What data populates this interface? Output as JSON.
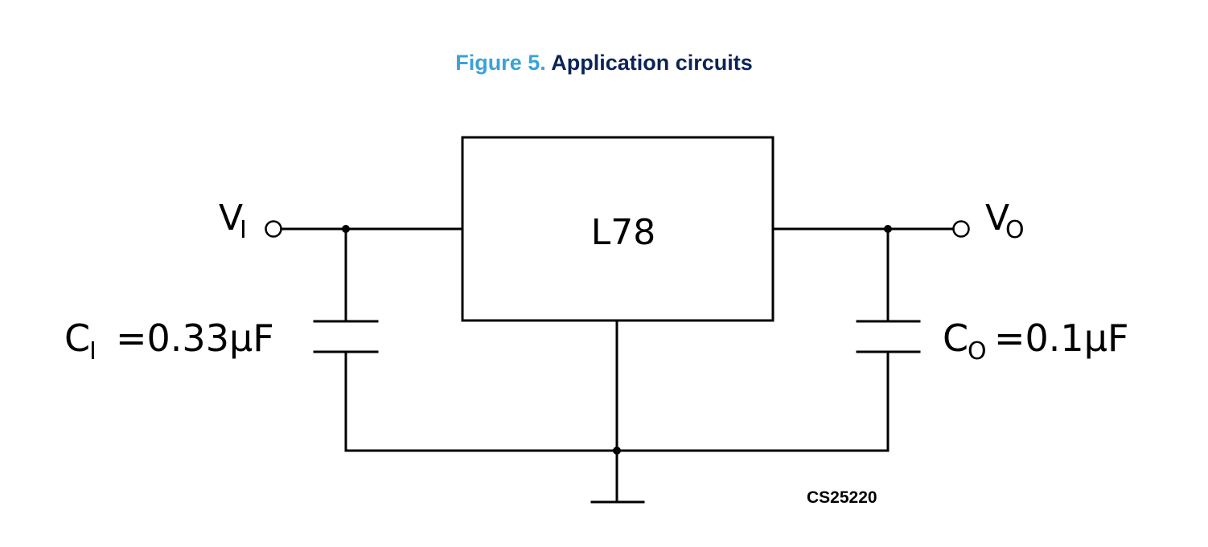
{
  "figure": {
    "number": "Figure 5.",
    "title": "Application circuits"
  },
  "circuit": {
    "regulator_label": "L78",
    "input": {
      "symbol": "V",
      "subscript": "I"
    },
    "output": {
      "symbol": "V",
      "subscript": "O"
    },
    "input_capacitor": {
      "symbol": "C",
      "subscript": "I",
      "value": "=0.33μF"
    },
    "output_capacitor": {
      "symbol": "C",
      "subscript": "O",
      "value": "=0.1μF"
    },
    "drawing_code": "CS25220"
  }
}
